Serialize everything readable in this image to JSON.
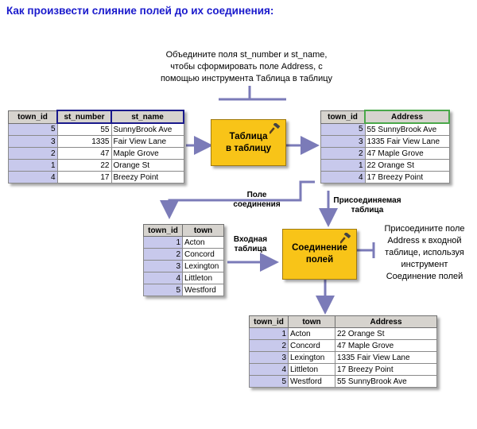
{
  "title": "Как произвести слияние полей до их соединения:",
  "top_note": [
    "Объедините поля st_number и st_name,",
    "чтобы сформировать поле Address, с",
    "помощью инструмента Таблица в таблицу"
  ],
  "right_note": [
    "Присоедините поле",
    "Address к входной",
    "таблице, используя",
    "инструмент",
    "Соединение полей"
  ],
  "labels": {
    "join_field": [
      "Поле",
      "соединения"
    ],
    "join_table": [
      "Присоединяемая",
      "таблица"
    ],
    "input_table": [
      "Входная",
      "таблица"
    ]
  },
  "tools": {
    "table_to_table": [
      "Таблица",
      "в таблицу"
    ],
    "join_field": [
      "Соединение",
      "полей"
    ]
  },
  "tables": {
    "source": {
      "columns": [
        "town_id",
        "st_number",
        "st_name"
      ],
      "rows": [
        [
          "5",
          "55",
          "SunnyBrook Ave"
        ],
        [
          "3",
          "1335",
          "Fair View Lane"
        ],
        [
          "2",
          "47",
          "Maple Grove"
        ],
        [
          "1",
          "22",
          "Orange St"
        ],
        [
          "4",
          "17",
          "Breezy Point"
        ]
      ]
    },
    "address": {
      "columns": [
        "town_id",
        "Address"
      ],
      "rows": [
        [
          "5",
          "55 SunnyBrook Ave"
        ],
        [
          "3",
          "1335 Fair View Lane"
        ],
        [
          "2",
          "47 Maple Grove"
        ],
        [
          "1",
          "22 Orange St"
        ],
        [
          "4",
          "17 Breezy Point"
        ]
      ]
    },
    "town": {
      "columns": [
        "town_id",
        "town"
      ],
      "rows": [
        [
          "1",
          "Acton"
        ],
        [
          "2",
          "Concord"
        ],
        [
          "3",
          "Lexington"
        ],
        [
          "4",
          "Littleton"
        ],
        [
          "5",
          "Westford"
        ]
      ]
    },
    "result": {
      "columns": [
        "town_id",
        "town",
        "Address"
      ],
      "rows": [
        [
          "1",
          "Acton",
          "22 Orange St"
        ],
        [
          "2",
          "Concord",
          "47 Maple Grove"
        ],
        [
          "3",
          "Lexington",
          "1335 Fair View Lane"
        ],
        [
          "4",
          "Littleton",
          "17 Breezy Point"
        ],
        [
          "5",
          "Westford",
          "55 SunnyBrook Ave"
        ]
      ]
    }
  },
  "colors": {
    "title": "#1a1acc",
    "tool_fill": "#f8c418",
    "key_fill": "#c8c9ec",
    "arrow": "#7b7bb8",
    "highlight_blue": "#1a1a8c",
    "highlight_green": "#4aa84a"
  }
}
